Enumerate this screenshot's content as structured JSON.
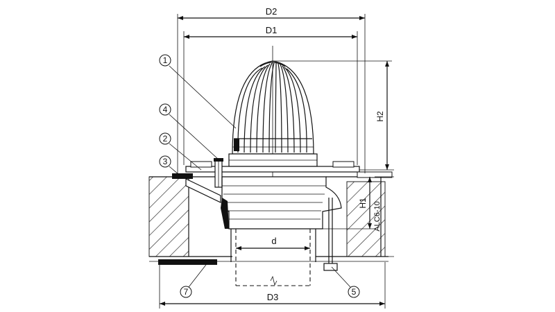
{
  "dimensions": {
    "d2": "D2",
    "d1": "D1",
    "h2": "H2",
    "h1": "H1",
    "alc": "ALC6-10",
    "d": "d",
    "d3": "D3"
  },
  "callouts": {
    "c1": "1",
    "c2": "2",
    "c3": "3",
    "c4": "4",
    "c5": "5",
    "c7": "7"
  }
}
